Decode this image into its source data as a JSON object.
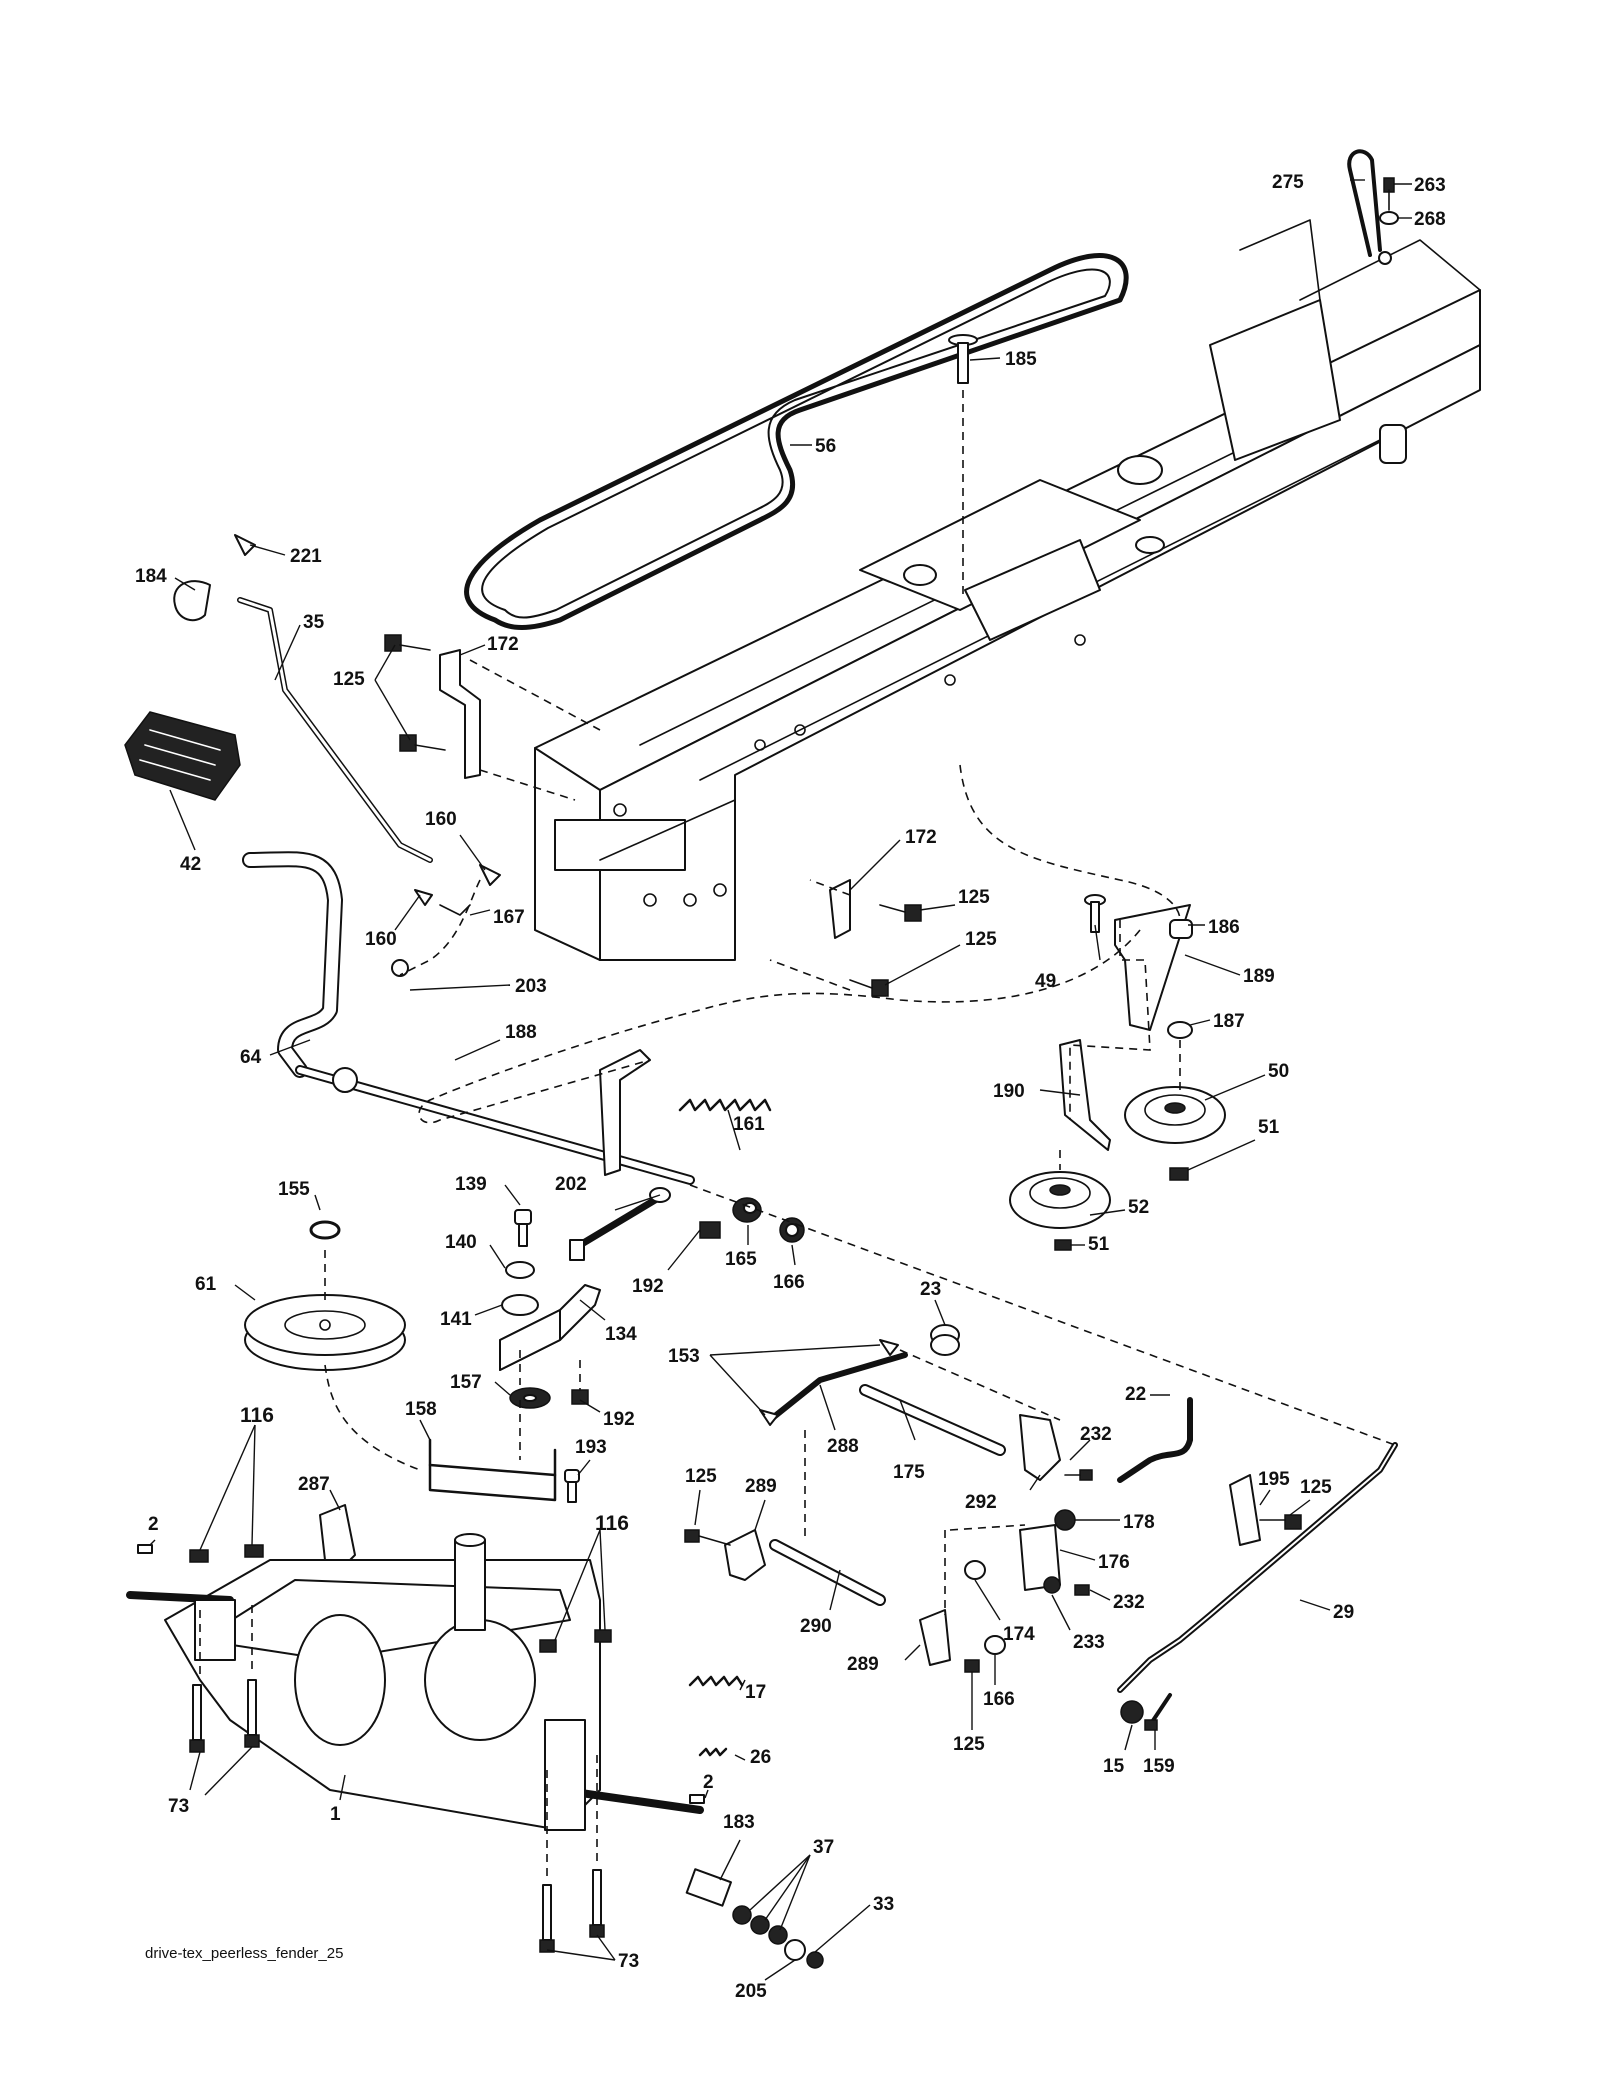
{
  "footer": {
    "caption": "drive-tex_peerless_fender_25"
  },
  "parts": [
    {
      "id": "p275",
      "label": "275"
    },
    {
      "id": "p263",
      "label": "263"
    },
    {
      "id": "p268",
      "label": "268"
    },
    {
      "id": "p185",
      "label": "185"
    },
    {
      "id": "p56",
      "label": "56"
    },
    {
      "id": "p221",
      "label": "221"
    },
    {
      "id": "p184",
      "label": "184"
    },
    {
      "id": "p35",
      "label": "35"
    },
    {
      "id": "p172a",
      "label": "172"
    },
    {
      "id": "p125a",
      "label": "125"
    },
    {
      "id": "p42",
      "label": "42"
    },
    {
      "id": "p160a",
      "label": "160"
    },
    {
      "id": "p160b",
      "label": "160"
    },
    {
      "id": "p167",
      "label": "167"
    },
    {
      "id": "p172b",
      "label": "172"
    },
    {
      "id": "p125b",
      "label": "125"
    },
    {
      "id": "p125c",
      "label": "125"
    },
    {
      "id": "p186",
      "label": "186"
    },
    {
      "id": "p49",
      "label": "49"
    },
    {
      "id": "p189",
      "label": "189"
    },
    {
      "id": "p203",
      "label": "203"
    },
    {
      "id": "p188",
      "label": "188"
    },
    {
      "id": "p64",
      "label": "64"
    },
    {
      "id": "p187",
      "label": "187"
    },
    {
      "id": "p50",
      "label": "50"
    },
    {
      "id": "p190",
      "label": "190"
    },
    {
      "id": "p161",
      "label": "161"
    },
    {
      "id": "p51a",
      "label": "51"
    },
    {
      "id": "p52",
      "label": "52"
    },
    {
      "id": "p51b",
      "label": "51"
    },
    {
      "id": "p155",
      "label": "155"
    },
    {
      "id": "p139",
      "label": "139"
    },
    {
      "id": "p202",
      "label": "202"
    },
    {
      "id": "p165",
      "label": "165"
    },
    {
      "id": "p140",
      "label": "140"
    },
    {
      "id": "p192a",
      "label": "192"
    },
    {
      "id": "p166a",
      "label": "166"
    },
    {
      "id": "p61",
      "label": "61"
    },
    {
      "id": "p141",
      "label": "141"
    },
    {
      "id": "p134",
      "label": "134"
    },
    {
      "id": "p23",
      "label": "23"
    },
    {
      "id": "p153",
      "label": "153"
    },
    {
      "id": "p157",
      "label": "157"
    },
    {
      "id": "p192b",
      "label": "192"
    },
    {
      "id": "p116a",
      "label": "116"
    },
    {
      "id": "p158",
      "label": "158"
    },
    {
      "id": "p288",
      "label": "288"
    },
    {
      "id": "p22",
      "label": "22"
    },
    {
      "id": "p193",
      "label": "193"
    },
    {
      "id": "p175",
      "label": "175"
    },
    {
      "id": "p232a",
      "label": "232"
    },
    {
      "id": "p195",
      "label": "195"
    },
    {
      "id": "p125d",
      "label": "125"
    },
    {
      "id": "p287",
      "label": "287"
    },
    {
      "id": "p289a",
      "label": "289"
    },
    {
      "id": "p125e",
      "label": "125"
    },
    {
      "id": "p292",
      "label": "292"
    },
    {
      "id": "p178",
      "label": "178"
    },
    {
      "id": "p2a",
      "label": "2"
    },
    {
      "id": "p116b",
      "label": "116"
    },
    {
      "id": "p176",
      "label": "176"
    },
    {
      "id": "p29",
      "label": "29"
    },
    {
      "id": "p232b",
      "label": "232"
    },
    {
      "id": "p290",
      "label": "290"
    },
    {
      "id": "p174",
      "label": "174"
    },
    {
      "id": "p233",
      "label": "233"
    },
    {
      "id": "p289b",
      "label": "289"
    },
    {
      "id": "p17",
      "label": "17"
    },
    {
      "id": "p166b",
      "label": "166"
    },
    {
      "id": "p26",
      "label": "26"
    },
    {
      "id": "p125f",
      "label": "125"
    },
    {
      "id": "p15",
      "label": "15"
    },
    {
      "id": "p159",
      "label": "159"
    },
    {
      "id": "p73a",
      "label": "73"
    },
    {
      "id": "p1",
      "label": "1"
    },
    {
      "id": "p2b",
      "label": "2"
    },
    {
      "id": "p183",
      "label": "183"
    },
    {
      "id": "p37",
      "label": "37"
    },
    {
      "id": "p33",
      "label": "33"
    },
    {
      "id": "p73b",
      "label": "73"
    },
    {
      "id": "p205",
      "label": "205"
    }
  ]
}
